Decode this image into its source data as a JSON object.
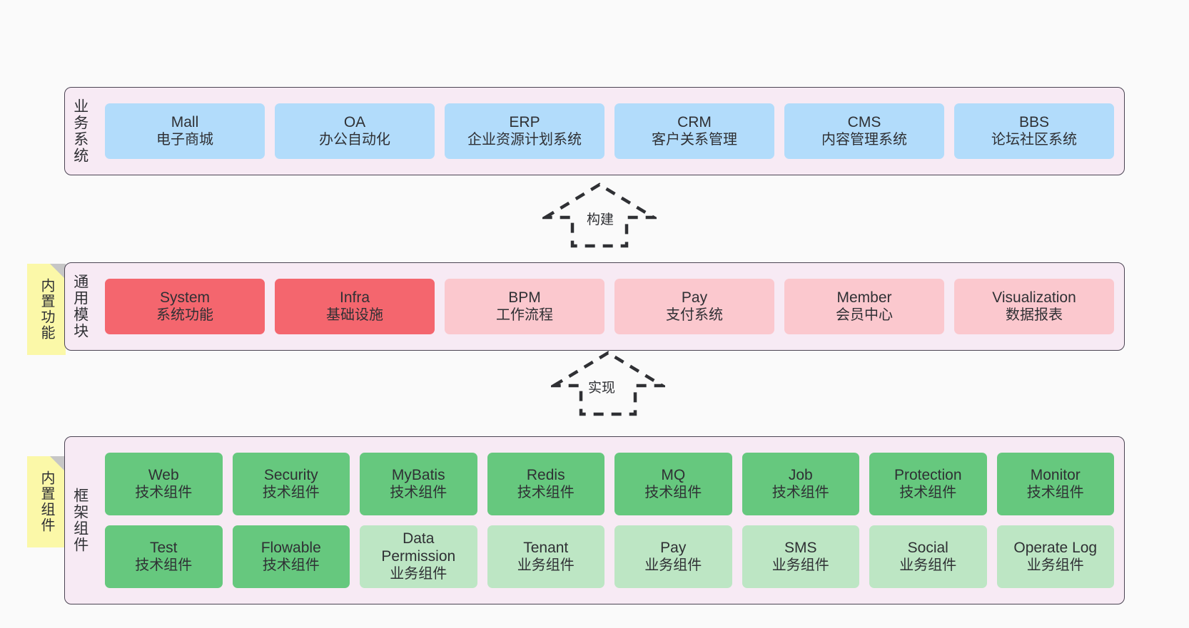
{
  "diagram": {
    "background_color": "#fafafa",
    "panel_background": "#f7eaf4",
    "panel_border": "#4b4453",
    "colors": {
      "blue": "#b2dcfb",
      "red": "#f4666e",
      "pink": "#fbc8ce",
      "green": "#66c87e",
      "light_green": "#bde6c4",
      "sticky_yellow": "#fbf8a8",
      "sticky_fold": "#c6c6c6"
    }
  },
  "layers": {
    "business": {
      "title": "业务系统",
      "cards": [
        {
          "name": "Mall",
          "desc": "电子商城",
          "style": "blue"
        },
        {
          "name": "OA",
          "desc": "办公自动化",
          "style": "blue"
        },
        {
          "name": "ERP",
          "desc": "企业资源计划系统",
          "style": "blue"
        },
        {
          "name": "CRM",
          "desc": "客户关系管理",
          "style": "blue"
        },
        {
          "name": "CMS",
          "desc": "内容管理系统",
          "style": "blue"
        },
        {
          "name": "BBS",
          "desc": "论坛社区系统",
          "style": "blue"
        }
      ]
    },
    "common": {
      "title": "通用模块",
      "sticky": "内置功能",
      "cards": [
        {
          "name": "System",
          "desc": "系统功能",
          "style": "red"
        },
        {
          "name": "Infra",
          "desc": "基础设施",
          "style": "red"
        },
        {
          "name": "BPM",
          "desc": "工作流程",
          "style": "pink"
        },
        {
          "name": "Pay",
          "desc": "支付系统",
          "style": "pink"
        },
        {
          "name": "Member",
          "desc": "会员中心",
          "style": "pink"
        },
        {
          "name": "Visualization",
          "desc": "数据报表",
          "style": "pink"
        }
      ]
    },
    "framework": {
      "title": "框架组件",
      "sticky": "内置组件",
      "row1": [
        {
          "name": "Web",
          "desc": "技术组件",
          "style": "green"
        },
        {
          "name": "Security",
          "desc": "技术组件",
          "style": "green"
        },
        {
          "name": "MyBatis",
          "desc": "技术组件",
          "style": "green"
        },
        {
          "name": "Redis",
          "desc": "技术组件",
          "style": "green"
        },
        {
          "name": "MQ",
          "desc": "技术组件",
          "style": "green"
        },
        {
          "name": "Job",
          "desc": "技术组件",
          "style": "green"
        },
        {
          "name": "Protection",
          "desc": "技术组件",
          "style": "green"
        },
        {
          "name": "Monitor",
          "desc": "技术组件",
          "style": "green"
        }
      ],
      "row2": [
        {
          "name": "Test",
          "desc": "技术组件",
          "style": "green"
        },
        {
          "name": "Flowable",
          "desc": "技术组件",
          "style": "green"
        },
        {
          "name": "Data Permission",
          "desc": "业务组件",
          "style": "light_green"
        },
        {
          "name": "Tenant",
          "desc": "业务组件",
          "style": "light_green"
        },
        {
          "name": "Pay",
          "desc": "业务组件",
          "style": "light_green"
        },
        {
          "name": "SMS",
          "desc": "业务组件",
          "style": "light_green"
        },
        {
          "name": "Social",
          "desc": "业务组件",
          "style": "light_green"
        },
        {
          "name": "Operate Log",
          "desc": "业务组件",
          "style": "light_green"
        }
      ]
    }
  },
  "arrows": {
    "build": {
      "label": "构建",
      "direction": "up"
    },
    "implement": {
      "label": "实现",
      "direction": "up"
    }
  }
}
